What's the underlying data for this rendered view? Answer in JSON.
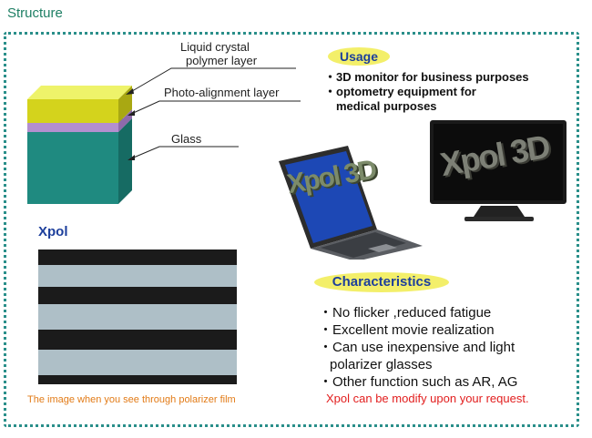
{
  "section_title": "Structure",
  "layers": {
    "label_lc": "Liquid crystal",
    "label_lc2": "polymer layer",
    "label_photo": "Photo-alignment layer",
    "label_glass": "Glass"
  },
  "usage": {
    "title": "Usage",
    "items": [
      "・3D monitor for business purposes",
      "・optometry equipment for",
      "medical purposes"
    ]
  },
  "devices": {
    "laptop_logo": "Xpol 3D",
    "monitor_logo": "Xpol 3D"
  },
  "xpol": {
    "title": "Xpol",
    "caption": "The image when you see through polarizer film"
  },
  "characteristics": {
    "title": "Characteristics",
    "items": [
      "・No flicker ,reduced fatigue",
      "・Excellent movie realization",
      "・Can use inexpensive and light",
      "polarizer glasses",
      "・Other function such as AR, AG"
    ],
    "note": "Xpol can be modify upon your request."
  },
  "colors": {
    "accent": "#1d3f9c",
    "lc_layer": "#d4d31c",
    "photo_layer": "#b38fcf",
    "glass": "#1f8a80",
    "border": "#2a8f8a",
    "note": "#e21e1e",
    "caption": "#e27b17"
  }
}
